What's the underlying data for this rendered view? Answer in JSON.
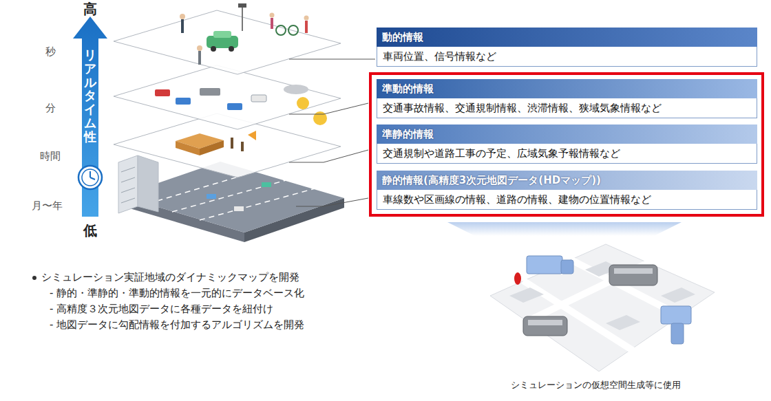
{
  "diagram": {
    "nodes": [
      {
        "text": [
          "動的情報",
          "車両位置、信号情報など"
        ]
      },
      {
        "text": [
          "準動的情報",
          "交通事故情報、交通規制情報、渋滞情報、狭域気象情報など"
        ]
      },
      {
        "text": [
          "準静的情報",
          "交通規制や道路工事の予定、広域気象予報情報など"
        ]
      },
      {
        "text": [
          "静的情報(高精度3次元地図データ(HDマップ))",
          "車線数や区画線の情報、道路の情報、建物の位置情報など"
        ]
      }
    ],
    "labels": [
      "高",
      "リアルタイム性",
      "秒",
      "分",
      "時間",
      "月〜年",
      "低",
      "シミュレーション実証地域のダイナミックマップを開発",
      "- 静的・準静的・準動的情報を一元的にデータベース化",
      "- 高精度３次元地図データに各種データを紐付け",
      "- 地図データに勾配情報を付加するアルゴリズムを開発",
      "シミュレーションの仮想空間生成等に使用"
    ]
  }
}
